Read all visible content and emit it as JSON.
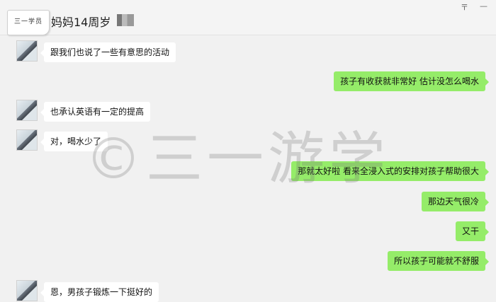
{
  "header": {
    "stamp_text": "三一学员",
    "title": "妈妈14周岁",
    "pin_icon": "pin-icon",
    "pin_glyph": "〒",
    "minimize_glyph": "—"
  },
  "messages": [
    {
      "side": "in",
      "text": "跟我们也说了一些有意思的活动"
    },
    {
      "side": "out",
      "text": "孩子有收获就非常好 估计没怎么喝水"
    },
    {
      "side": "in",
      "text": "也承认英语有一定的提高"
    },
    {
      "side": "in",
      "text": "对，喝水少了"
    },
    {
      "side": "out",
      "text": "那就太好啦 看来全浸入式的安排对孩子帮助很大"
    },
    {
      "side": "out",
      "text": "那边天气很冷"
    },
    {
      "side": "out",
      "text": "又干"
    },
    {
      "side": "out",
      "text": "所以孩子可能就不舒服"
    },
    {
      "side": "in",
      "text": "恩，男孩子锻炼一下挺好的"
    }
  ],
  "watermark": "©三一游学",
  "colors": {
    "outgoing_bubble": "#95ec69",
    "incoming_bubble": "#ffffff",
    "background": "#f1f1f1"
  }
}
